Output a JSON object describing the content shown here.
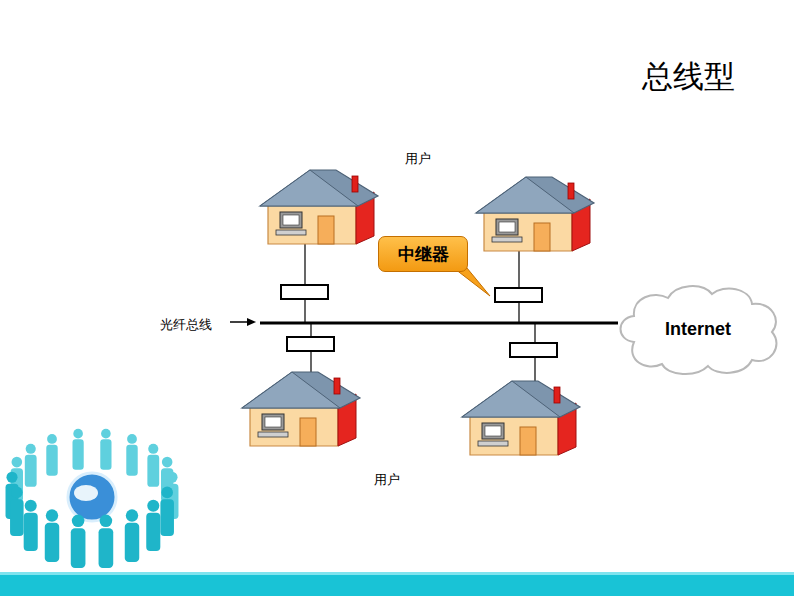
{
  "diagram": {
    "title": "总线型",
    "nodes": [
      {
        "text": [
          "中继器"
        ]
      },
      {
        "text": [
          "Internet"
        ]
      }
    ],
    "labels": [
      "用户",
      "光纤总线",
      "用户"
    ]
  }
}
